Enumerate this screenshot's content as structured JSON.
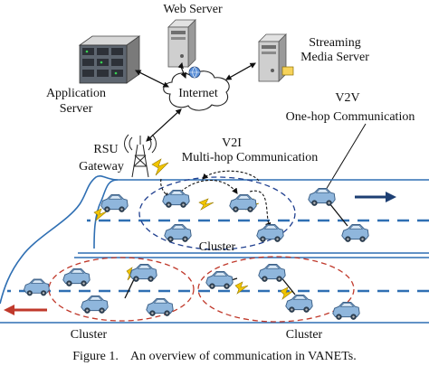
{
  "labels": {
    "web_server": "Web Server",
    "streaming_line1": "Streaming",
    "streaming_line2": "Media Server",
    "application_line1": "Application",
    "application_line2": "Server",
    "internet": "Internet",
    "rsu_line1": "RSU",
    "rsu_line2": "Gateway",
    "v2i_line1": "V2I",
    "v2i_line2": "Multi-hop Communication",
    "v2v_line1": "V2V",
    "v2v_line2": "One-hop Communication",
    "cluster_top": "Cluster",
    "cluster_bottom_left": "Cluster",
    "cluster_bottom_right": "Cluster",
    "caption": "Figure 1.    An overview of communication in VANETs."
  },
  "icons": {
    "web_server": "server-tower-icon",
    "streaming_server": "server-tower-icon",
    "application_server": "server-rack-icon",
    "internet": "cloud-icon",
    "rsu": "antenna-tower-icon",
    "vehicle": "car-icon"
  },
  "colors": {
    "road_line": "#2f6fb3",
    "lane_dash": "#2f6fb3",
    "car_body": "#8fb6dc",
    "car_outline": "#3b5f86",
    "cluster_top": "#1f3f8f",
    "cluster_bottom": "#c0392b",
    "arrow_right": "#1d3f73",
    "arrow_left": "#c0392b",
    "lightning": "#f2c500"
  }
}
